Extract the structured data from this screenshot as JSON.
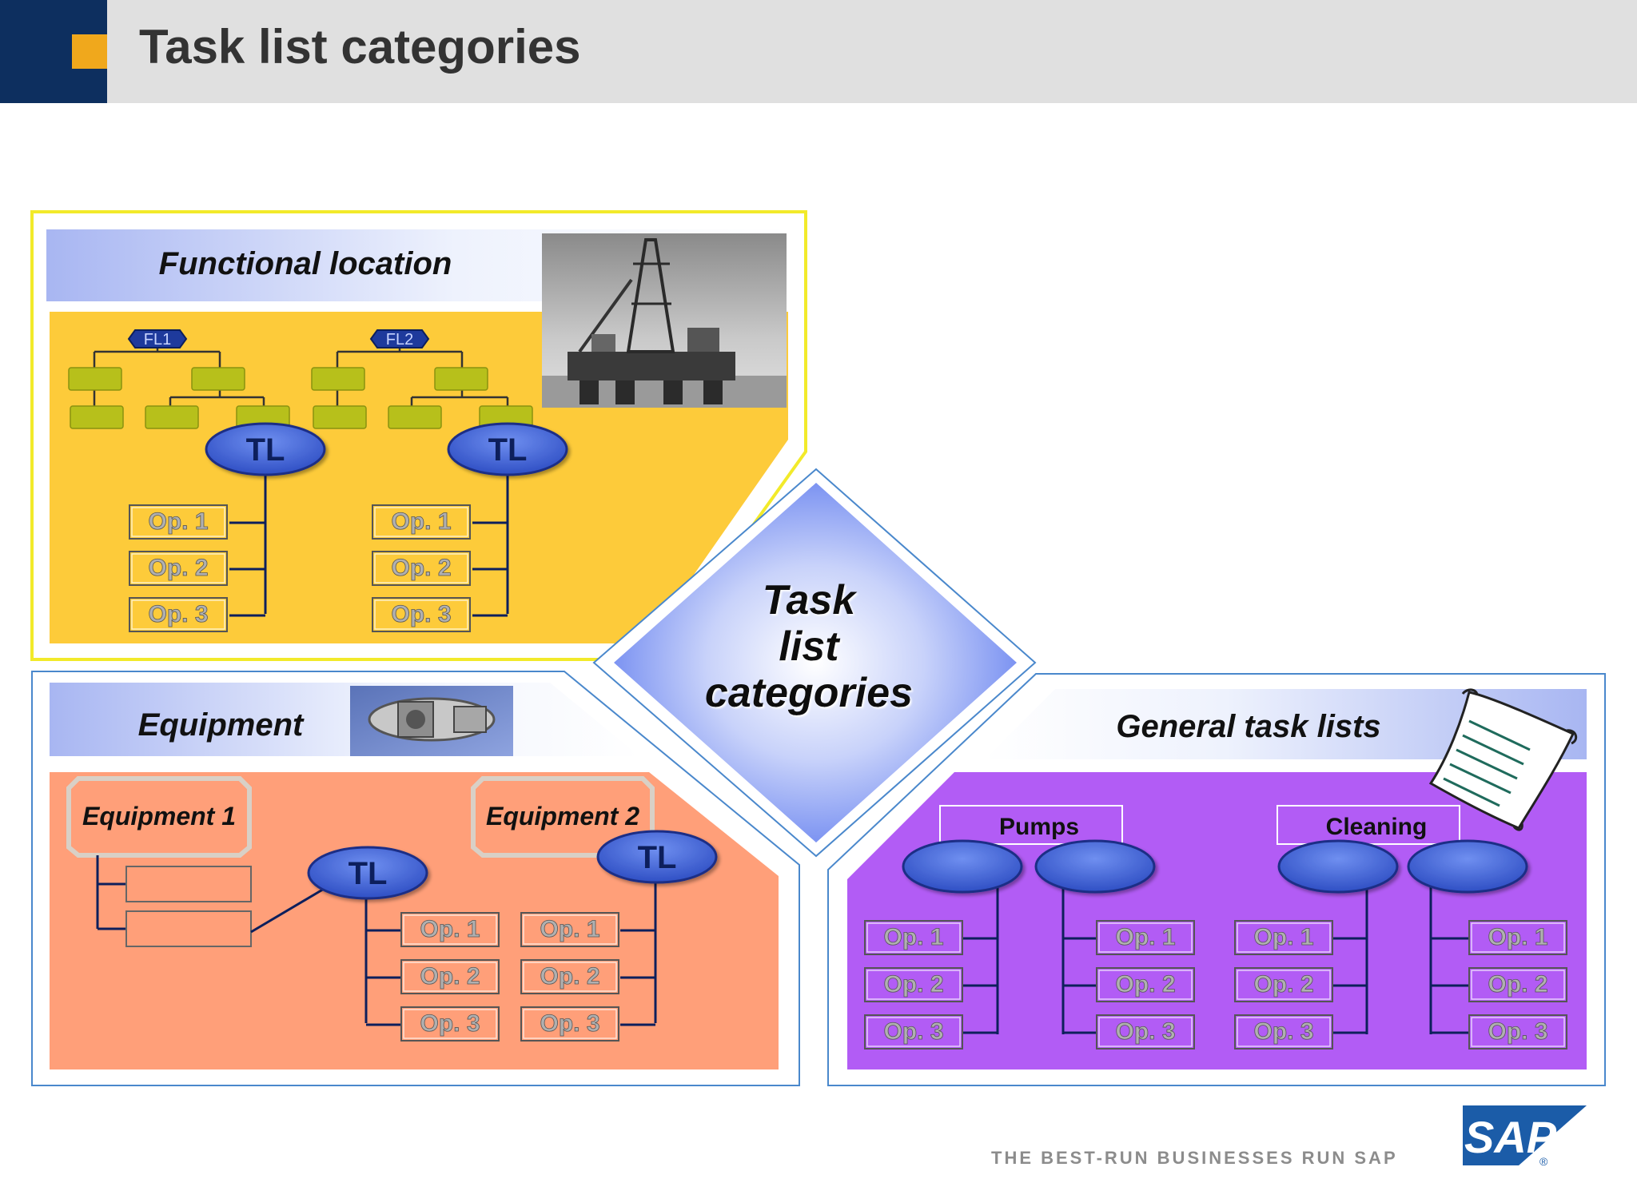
{
  "header": {
    "title": "Task list categories"
  },
  "center": {
    "line1": "Task",
    "line2": "list",
    "line3": "categories"
  },
  "functional_location": {
    "title": "Functional location",
    "fl_labels": [
      "FL1",
      "FL2"
    ],
    "tl_label": "TL",
    "operations": [
      "Op. 1",
      "Op. 2",
      "Op. 3"
    ]
  },
  "equipment": {
    "title": "Equipment",
    "items": [
      "Equipment 1",
      "Equipment 2"
    ],
    "tl_label": "TL",
    "operations": [
      "Op. 1",
      "Op. 2",
      "Op. 3"
    ]
  },
  "general": {
    "title": "General task lists",
    "groups": [
      "Pumps",
      "Cleaning"
    ],
    "operations": [
      "Op. 1",
      "Op. 2",
      "Op. 3"
    ]
  },
  "footer": {
    "tagline": "THE BEST-RUN BUSINESSES RUN SAP",
    "logo": "SAP"
  },
  "colors": {
    "header_navy": "#0d2f5f",
    "header_accent": "#f0a81c",
    "fl_panel": "#fdcb3a",
    "equipment_panel": "#ff9f79",
    "general_panel": "#b25cf5",
    "tl_node": "#3f66d8",
    "fl_node": "#b7c01b",
    "sap_blue": "#1b5ca8"
  },
  "icons": [
    "oil-rig-photo",
    "equipment-photo",
    "scroll-icon",
    "sap-logo"
  ]
}
